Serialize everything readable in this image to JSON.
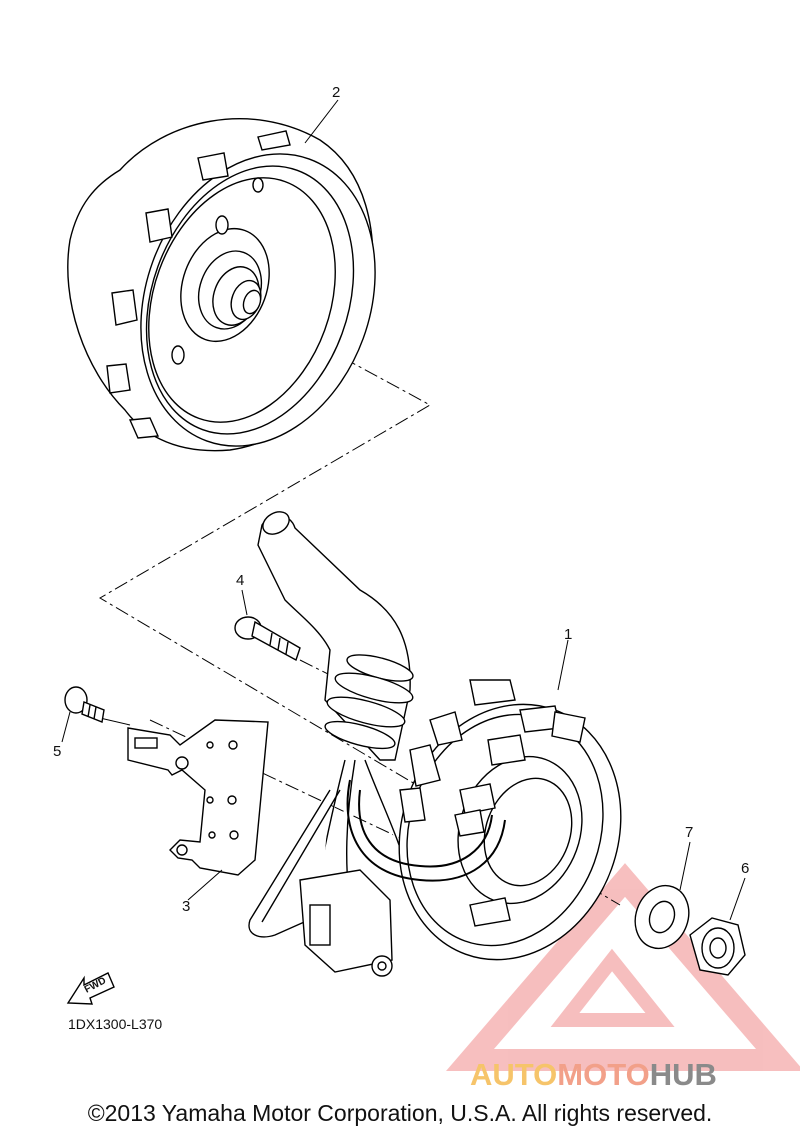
{
  "callouts": [
    {
      "id": "1",
      "label": "1"
    },
    {
      "id": "2",
      "label": "2"
    },
    {
      "id": "3",
      "label": "3"
    },
    {
      "id": "4",
      "label": "4"
    },
    {
      "id": "5",
      "label": "5"
    },
    {
      "id": "6",
      "label": "6"
    },
    {
      "id": "7",
      "label": "7"
    }
  ],
  "fwd_label": "FWD",
  "drawing_code": "1DX1300-L370",
  "copyright": "©2013 Yamaha Motor Corporation, U.S.A. All rights reserved.",
  "watermark": {
    "part1": "AUTO",
    "part2": "MOTO",
    "part3": "HUB",
    "colors": {
      "auto": "#f6c46a",
      "moto": "#f2a089",
      "hub": "#8a8a8a",
      "triangle": "#f08a8a"
    }
  }
}
